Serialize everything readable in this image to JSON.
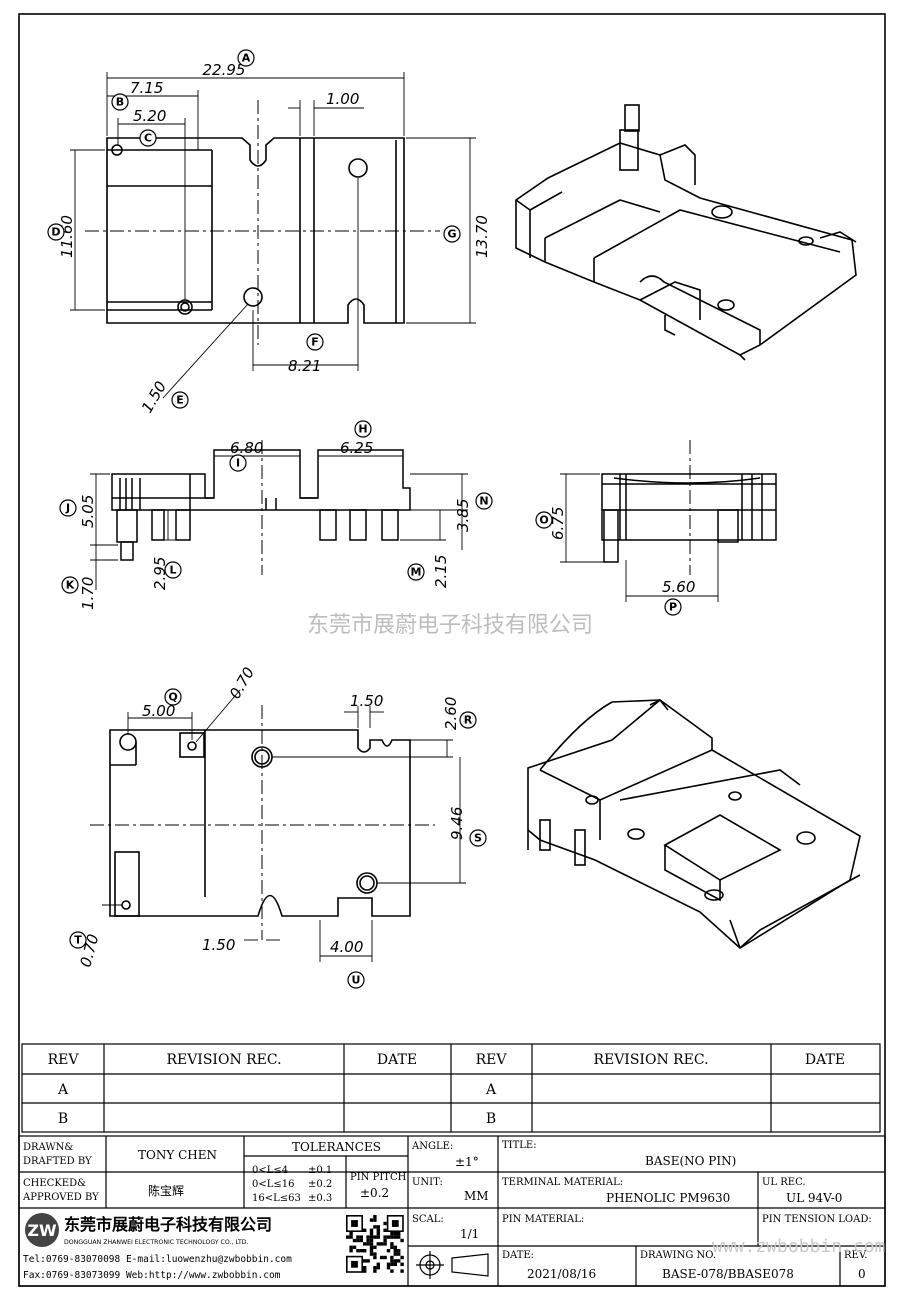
{
  "company_watermark": "东莞市展蔚电子科技有限公司",
  "url_watermark": "www.zwbobbin.com",
  "dimensions": {
    "A": "22.95",
    "B": "7.15",
    "C": "5.20",
    "D": "11.60",
    "E": "1.50",
    "F": "8.21",
    "G": "13.70",
    "top_gap": "1.00",
    "I": "6.80",
    "H": "6.25",
    "J": "5.05",
    "K": "1.70",
    "L": "2.95",
    "N": "3.85",
    "M": "2.15",
    "O": "6.75",
    "P": "5.60",
    "Q": "5.00",
    "Q2": "0.70",
    "R": "2.60",
    "R2": "1.50",
    "S": "9.46",
    "T": "0.70",
    "T2": "1.50",
    "U": "4.00"
  },
  "markers": [
    "A",
    "B",
    "C",
    "D",
    "E",
    "F",
    "G",
    "H",
    "I",
    "J",
    "K",
    "L",
    "M",
    "N",
    "O",
    "P",
    "Q",
    "R",
    "S",
    "T",
    "U"
  ],
  "revision_table": {
    "headers": [
      "REV",
      "REVISION REC.",
      "DATE",
      "REV",
      "REVISION REC.",
      "DATE"
    ],
    "rows": [
      [
        "A",
        "A"
      ],
      [
        "B",
        "B"
      ]
    ]
  },
  "title_block": {
    "drawn_label_1": "DRAWN&",
    "drawn_label_2": "DRAFTED BY",
    "drawn_by": "TONY CHEN",
    "checked_label_1": "CHECKED&",
    "checked_label_2": "APPROVED BY",
    "checked_by": "陈宝辉",
    "tolerances_label": "TOLERANCES",
    "tol_rows": [
      [
        "0<L≤4",
        "±0.1"
      ],
      [
        "0<L≤16",
        "±0.2"
      ],
      [
        "16<L≤63",
        "±0.3"
      ]
    ],
    "pin_pitch_label": "PIN PITCH",
    "pin_pitch_value": "±0.2",
    "angle_label": "ANGLE:",
    "angle_value": "±1°",
    "unit_label": "UNIT:",
    "unit_value": "MM",
    "scale_label": "SCAL:",
    "scale_value": "1/1",
    "title_label": "TITLE:",
    "title_value": "BASE(NO PIN)",
    "terminal_label": "TERMINAL MATERIAL:",
    "terminal_value": "PHENOLIC PM9630",
    "ul_label": "UL REC.",
    "ul_value": "UL 94V-0",
    "pin_material_label": "PIN MATERIAL:",
    "pin_tension_label": "PIN TENSION LOAD:",
    "date_label": "DATE:",
    "date_value": "2021/08/16",
    "drawing_label": "DRAWING NO.",
    "drawing_value": "BASE-078/BBASE078",
    "rev_label": "REV.",
    "rev_value": "0",
    "company_cn": "东莞市展蔚电子科技有限公司",
    "company_en": "DONGGUAN ZHANWEI ELECTRONIC TECHNOLOGY CO., LTD.",
    "tel": "Tel:0769-83070098 E-mail:luowenzhu@zwbobbin.com",
    "fax": "Fax:0769-83073099  Web:http://www.zwbobbin.com"
  }
}
